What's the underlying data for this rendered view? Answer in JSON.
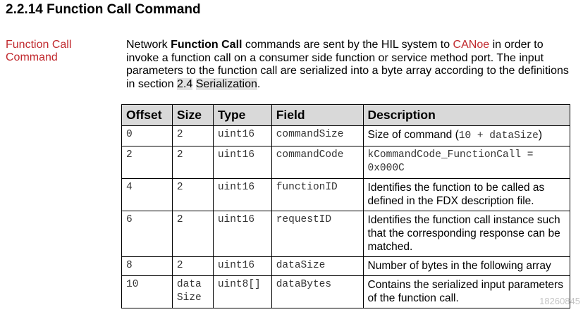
{
  "section": {
    "heading": "2.2.14 Function Call Command",
    "margin_note": "Function Call Command"
  },
  "paragraph": {
    "p1": "Network ",
    "bold": "Function Call",
    "p2": " commands are sent by the HIL system to ",
    "canoe": "CANoe",
    "p3": " in order to invoke a function call on a consumer side function or service method port. The input parameters to the function call are serialized into a byte array according to the definitions in section ",
    "ref_num": "2.4",
    "p4": " ",
    "ref_title": "Serialization",
    "p5": "."
  },
  "table": {
    "headers": [
      "Offset",
      "Size",
      "Type",
      "Field",
      "Description"
    ],
    "rows": [
      {
        "offset": "0",
        "size": "2",
        "type": "uint16",
        "field": "commandSize",
        "desc_a": "Size of command (",
        "desc_code": "10 + dataSize",
        "desc_b": ")"
      },
      {
        "offset": "2",
        "size": "2",
        "type": "uint16",
        "field": "commandCode",
        "desc_code": "kCommandCode_FunctionCall = 0x000C"
      },
      {
        "offset": "4",
        "size": "2",
        "type": "uint16",
        "field": "functionID",
        "desc": "Identifies the function to be called as defined in the FDX description file."
      },
      {
        "offset": "6",
        "size": "2",
        "type": "uint16",
        "field": "requestID",
        "desc": "Identifies the function call instance such that the corresponding response can be matched."
      },
      {
        "offset": "8",
        "size": "2",
        "type": "uint16",
        "field": "dataSize",
        "desc": "Number of bytes in the following array"
      },
      {
        "offset": "10",
        "size": "data Size",
        "type": "uint8[]",
        "field": "dataBytes",
        "desc": "Contains the serialized input parameters of the function call."
      }
    ]
  },
  "watermark": "18260845"
}
